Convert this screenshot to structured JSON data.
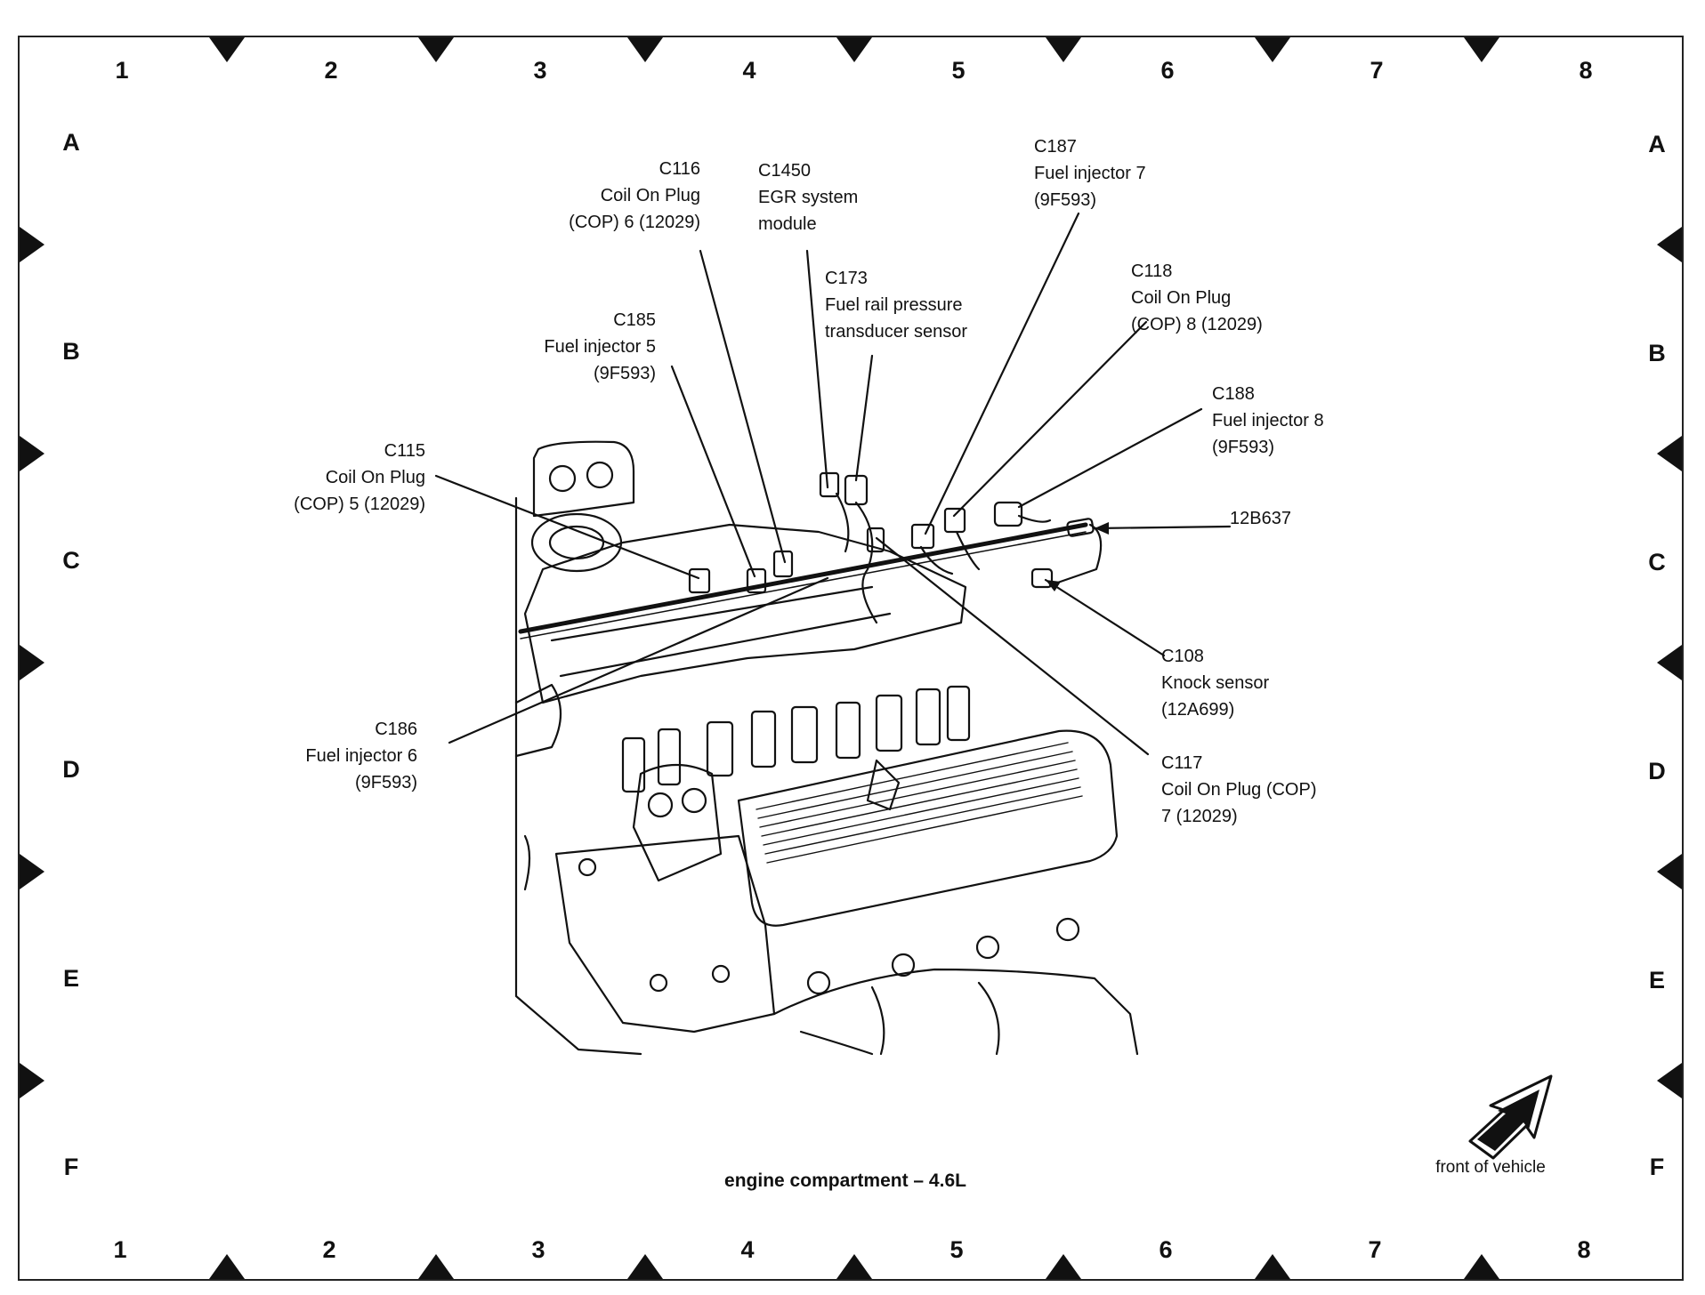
{
  "grid": {
    "columns": [
      "1",
      "2",
      "3",
      "4",
      "5",
      "6",
      "7",
      "8"
    ],
    "rows": [
      "A",
      "B",
      "C",
      "D",
      "E",
      "F"
    ]
  },
  "callouts": {
    "c116": "C116\nCoil On Plug\n(COP) 6 (12029)",
    "c1450": "C1450\nEGR system\nmodule",
    "c187": "C187\nFuel injector 7\n(9F593)",
    "c173": "C173\nFuel rail pressure\ntransducer sensor",
    "c118": "C118\nCoil On Plug\n(COP) 8 (12029)",
    "c185": "C185\nFuel injector 5\n(9F593)",
    "c188": "C188\nFuel injector 8\n(9F593)",
    "c115": "C115\nCoil On Plug\n(COP) 5 (12029)",
    "p12b637": "12B637",
    "c108": "C108\nKnock sensor\n(12A699)",
    "c186": "C186\nFuel injector 6\n(9F593)",
    "c117": "C117\nCoil On Plug (COP)\n7 (12029)"
  },
  "caption": "engine compartment – 4.6L",
  "front_label": "front of vehicle",
  "colors": {
    "ink": "#111111",
    "background": "#ffffff"
  },
  "icons": [
    "front-arrow-icon"
  ]
}
